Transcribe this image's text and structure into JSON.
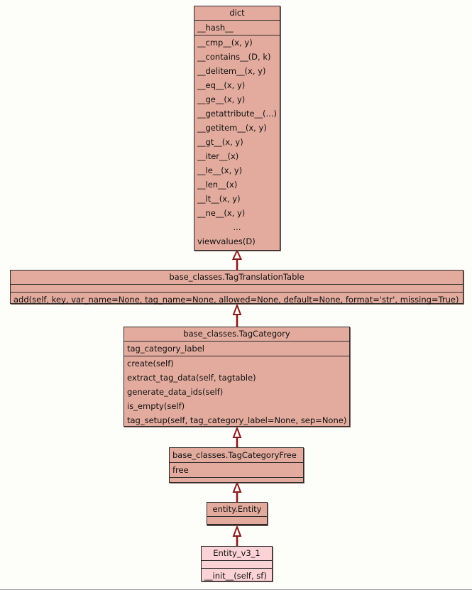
{
  "diagram": {
    "type": "uml-class-diagram",
    "background_color": "#fdfdfa",
    "box_fill": "#e3ab9e",
    "box_fill_light": "#fbd3d6",
    "border_color": "#2b2b2b",
    "edge_color": "#8b1a1a",
    "classes": [
      {
        "id": "dict",
        "name": "dict",
        "title_align": "center",
        "fill": "#e3ab9e",
        "attributes": [
          "__hash__"
        ],
        "methods": [
          "__cmp__(x, y)",
          "__contains__(D, k)",
          "__delitem__(x, y)",
          "__eq__(x, y)",
          "__ge__(x, y)",
          "__getattribute__(...)",
          "__getitem__(x, y)",
          "__gt__(x, y)",
          "__iter__(x)",
          "__le__(x, y)",
          "__len__(x)",
          "__lt__(x, y)",
          "__ne__(x, y)",
          "...",
          "viewvalues(D)"
        ]
      },
      {
        "id": "tagtranslationtable",
        "name": "base_classes.TagTranslationTable",
        "title_align": "center",
        "fill": "#e3ab9e",
        "attributes": [],
        "methods": [
          "add(self, key, var_name=None, tag_name=None, allowed=None, default=None, format='str', missing=True)"
        ]
      },
      {
        "id": "tagcategory",
        "name": "base_classes.TagCategory",
        "title_align": "center",
        "fill": "#e3ab9e",
        "attributes": [
          "tag_category_label"
        ],
        "methods": [
          "create(self)",
          "extract_tag_data(self, tagtable)",
          "generate_data_ids(self)",
          "is_empty(self)",
          "tag_setup(self, tag_category_label=None, sep=None)"
        ]
      },
      {
        "id": "tagcategoryfree",
        "name": "base_classes.TagCategoryFree",
        "title_align": "left",
        "fill": "#e3ab9e",
        "attributes": [
          "free"
        ],
        "methods": []
      },
      {
        "id": "entity",
        "name": "entity.Entity",
        "title_align": "center",
        "fill": "#e3ab9e",
        "attributes": [],
        "methods": []
      },
      {
        "id": "entity_v3_1",
        "name": "Entity_v3_1",
        "title_align": "center",
        "fill": "#fbd3d6",
        "attributes": [],
        "methods": [
          "__init__(self, sf)"
        ]
      }
    ],
    "relations": [
      {
        "from": "tagtranslationtable",
        "to": "dict",
        "kind": "inheritance"
      },
      {
        "from": "tagcategory",
        "to": "tagtranslationtable",
        "kind": "inheritance"
      },
      {
        "from": "tagcategoryfree",
        "to": "tagcategory",
        "kind": "inheritance"
      },
      {
        "from": "entity",
        "to": "tagcategoryfree",
        "kind": "inheritance"
      },
      {
        "from": "entity_v3_1",
        "to": "entity",
        "kind": "inheritance"
      }
    ]
  }
}
